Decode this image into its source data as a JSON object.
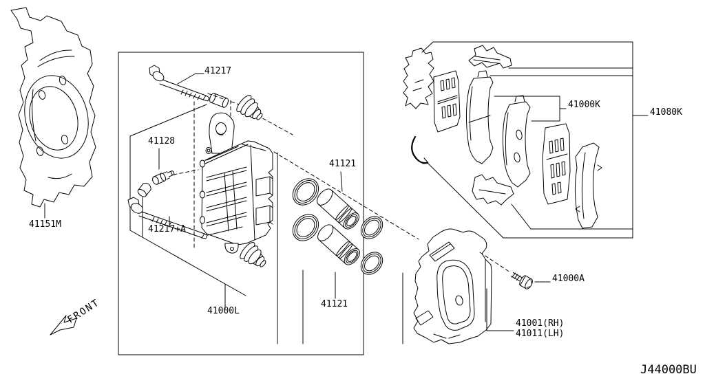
{
  "diagram": {
    "code": "J44000BU",
    "front": "FRONT",
    "parts": {
      "pin_bolt": "41217",
      "bleeder": "41128",
      "pin_bolt_a": "41217+A",
      "splash_shield": "41151M",
      "caliper_assy": "41000L",
      "piston_top": "41121",
      "piston_bottom": "41121",
      "pad_kit": "41000K",
      "hardware_kit": "41080K",
      "mount_bolt": "41000A",
      "member_rh": "41001(RH)",
      "member_lh": "41011(LH)"
    },
    "colors": {
      "line": "#000000",
      "background": "#ffffff"
    }
  }
}
